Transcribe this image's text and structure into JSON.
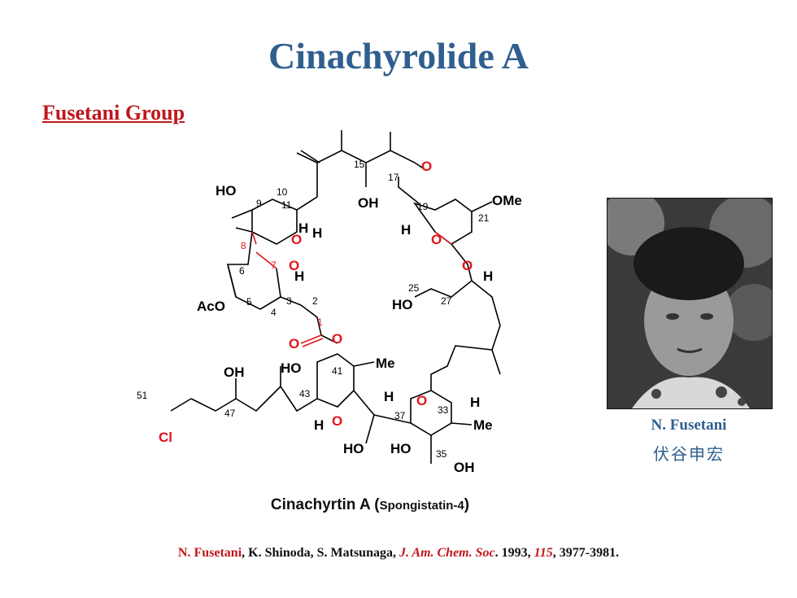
{
  "slide": {
    "title": "Cinachyrolide A",
    "group": "Fusetani Group"
  },
  "molecule": {
    "caption_main": "Cinachyrtin A (",
    "caption_sub": "Spongistatin-4",
    "caption_end": ")",
    "labels": {
      "ho9": "HO",
      "oh15": "OH",
      "o17": "O",
      "h11": "H",
      "o_ring1": "O",
      "o_ring2": "O",
      "h3": "H",
      "aco": "AcO",
      "h19": "H",
      "o_ring3": "O",
      "ome": "OMe",
      "o_ring4": "O",
      "h27": "H",
      "ho25": "HO",
      "o1": "O",
      "o_ester": "O",
      "ho41": "HO",
      "me41": "Me",
      "oh47": "OH",
      "h43": "H",
      "o_ring5": "O",
      "h_ring5": "H",
      "h43b": "H",
      "o_ring6": "O",
      "h33": "H",
      "me34": "Me",
      "ho_a": "HO",
      "ho_b": "HO",
      "oh35": "OH",
      "cl": "Cl"
    },
    "numbers": {
      "n10": "10",
      "n9": "9",
      "n11": "11",
      "n15": "15",
      "n17": "17",
      "n19": "19",
      "n21": "21",
      "n8": "8",
      "n7": "7",
      "n6": "6",
      "n5": "5",
      "n4": "4",
      "n3": "3",
      "n2": "2",
      "n1": "1",
      "n25": "25",
      "n27": "27",
      "n41": "41",
      "n51": "51",
      "n47": "47",
      "n43": "43",
      "n37": "37",
      "n33": "33",
      "n35": "35"
    }
  },
  "photo": {
    "name": "N. Fusetani",
    "name_cjk": "伏谷申宏"
  },
  "reference": {
    "author1": "N. Fusetani",
    "authors_rest": ", K. Shinoda, S. Matsunaga, ",
    "journal": "J. Am. Chem. Soc",
    "dot": ". 1993, ",
    "volume": "115",
    "pages": ", 3977-3981."
  },
  "colors": {
    "title": "#2f5f8f",
    "group": "#c0171c",
    "highlight_red": "#e0141a"
  }
}
